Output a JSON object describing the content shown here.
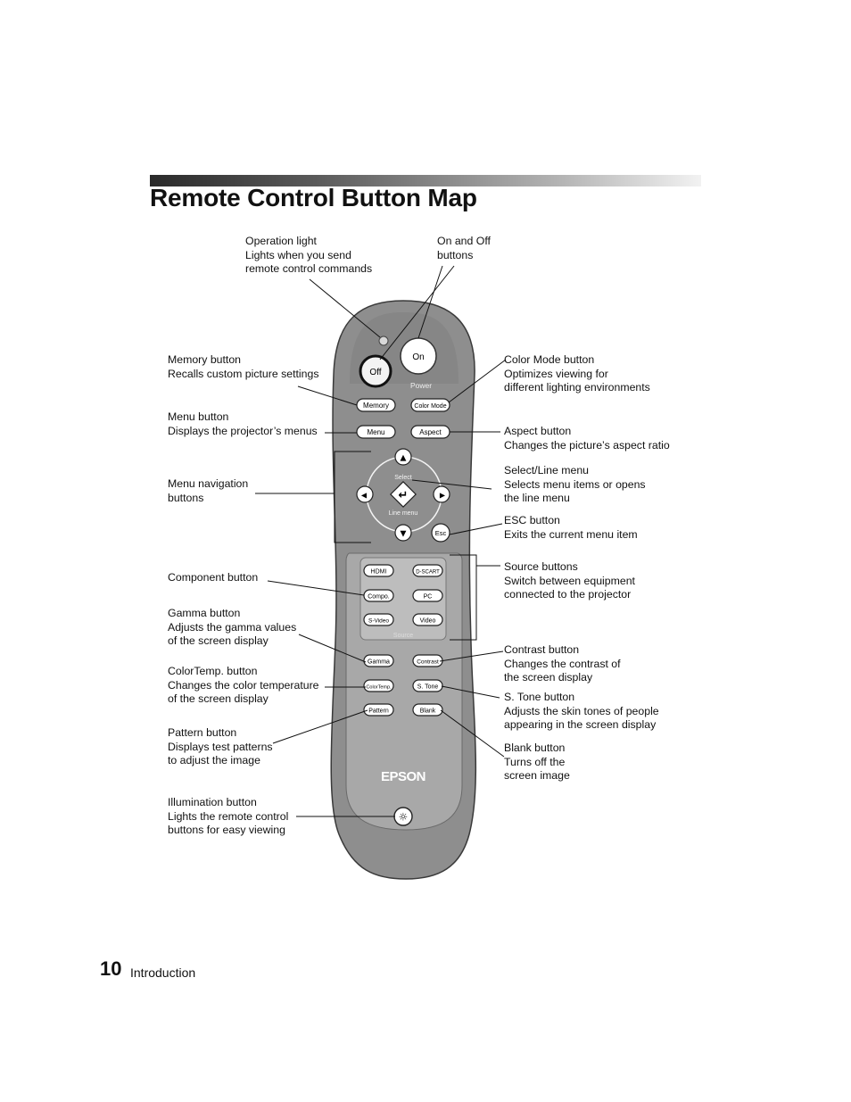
{
  "page": {
    "title": "Remote Control Button Map",
    "page_number": "10",
    "section": "Introduction"
  },
  "callouts": {
    "operation_light": [
      "Operation light",
      "Lights when you send",
      "remote control commands"
    ],
    "on_off": [
      "On and Off",
      "buttons"
    ],
    "memory": [
      "Memory button",
      "Recalls custom picture settings"
    ],
    "color_mode": [
      "Color Mode button",
      "Optimizes viewing for",
      "different lighting environments"
    ],
    "menu": [
      "Menu button",
      "Displays the projector’s menus"
    ],
    "aspect": [
      "Aspect button",
      "Changes the picture’s aspect ratio"
    ],
    "menu_navigation": [
      "Menu navigation",
      "buttons"
    ],
    "select_line": [
      "Select/Line menu",
      "Selects menu items or opens",
      "the line menu"
    ],
    "esc": [
      "ESC button",
      "Exits the current menu item"
    ],
    "component": [
      "Component button"
    ],
    "source": [
      "Source buttons",
      "Switch between equipment",
      "connected to the projector"
    ],
    "gamma": [
      "Gamma button",
      "Adjusts the gamma values",
      "of the screen display"
    ],
    "contrast": [
      "Contrast button",
      "Changes the contrast of",
      "the screen display"
    ],
    "colortemp": [
      "ColorTemp. button",
      "Changes the color temperature",
      "of the screen display"
    ],
    "stone": [
      "S. Tone button",
      "Adjusts the skin tones of people",
      "appearing in the screen display"
    ],
    "pattern": [
      "Pattern button",
      "Displays test patterns",
      "to adjust the image"
    ],
    "blank": [
      "Blank button",
      "Turns off the",
      "screen image"
    ],
    "illumination": [
      "Illumination button",
      "Lights the remote control",
      "buttons for easy viewing"
    ]
  },
  "remote": {
    "on": "On",
    "off": "Off",
    "power": "Power",
    "memory": "Memory",
    "color_mode": "Color Mode",
    "menu": "Menu",
    "aspect": "Aspect",
    "select": "Select",
    "line_menu": "Line menu",
    "esc": "Esc",
    "hdmi": "HDMI",
    "dscart": "D-SCART",
    "compo": "Compo.",
    "pc": "PC",
    "svideo": "S-Video",
    "video": "Video",
    "source": "Source",
    "gamma": "Gamma",
    "contrast": "Contrast",
    "colortemp": "ColorTemp.",
    "stone": "S. Tone",
    "pattern": "Pattern",
    "blank": "Blank",
    "brand": "EPSON",
    "arrow_up": "▲",
    "arrow_down": "▼",
    "arrow_left": "◀",
    "arrow_right": "▶",
    "enter": "↵",
    "sun": "☼"
  },
  "colors": {
    "remote_body": "#8e8e8e",
    "remote_face": "#a9a9a9",
    "button_fill": "#ffffff"
  }
}
